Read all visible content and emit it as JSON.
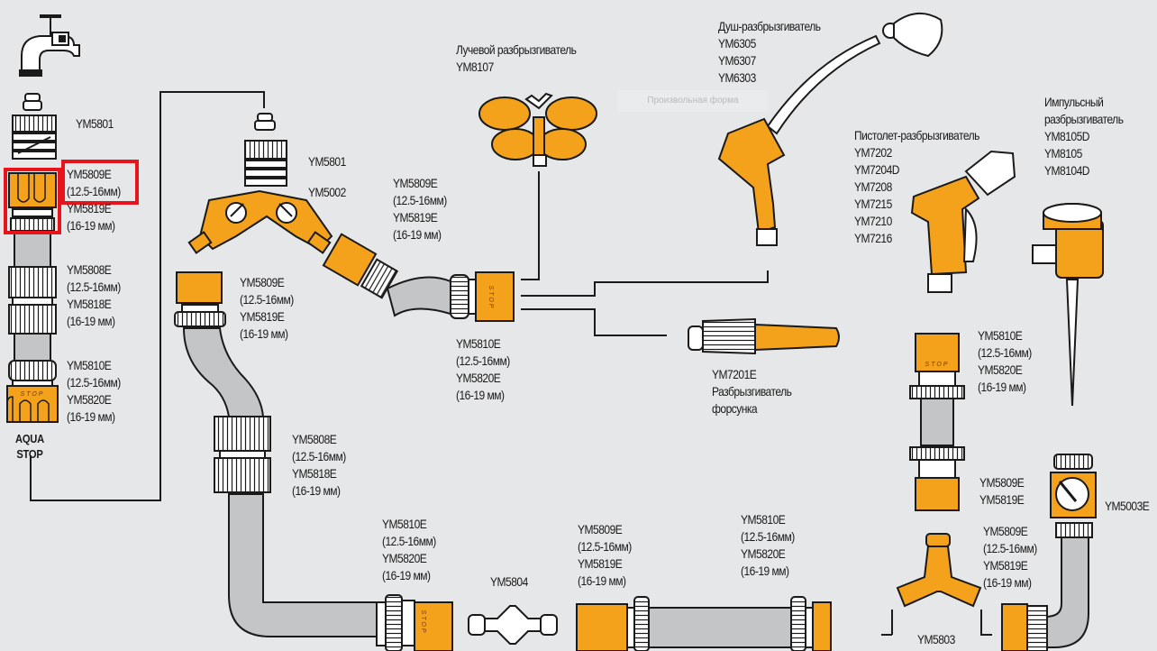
{
  "diagram": {
    "title": "Схема подключения садовых коннекторов",
    "colors": {
      "background": "#e6e7e8",
      "connector_orange": "#f4a21c",
      "hose_gray": "#c4c5c7",
      "outline": "#1a1a1a",
      "highlight_red": "#e8141c"
    },
    "ghost_label": "Произвольная форма",
    "labels": {
      "tap_adapter_1": [
        "YM5801"
      ],
      "left_quick_connector": [
        "YM5809E",
        "(12.5-16мм)",
        "YM5819E",
        "(16-19 мм)"
      ],
      "left_repair_connector": [
        "YM5808E",
        "(12.5-16мм)",
        "YM5818E",
        "(16-19 мм)"
      ],
      "left_aquastop_connector": [
        "YM5810E",
        "(12.5-16мм)",
        "YM5820E",
        "(16-19 мм)"
      ],
      "aquastop": [
        "AQUA",
        "STOP"
      ],
      "tap_adapter_2": [
        "YM5801"
      ],
      "two_way_valve": [
        "YM5002"
      ],
      "valve_quick_connector": [
        "YM5809E",
        "(12.5-16мм)",
        "YM5819E",
        "(16-19 мм)"
      ],
      "mid_quick_connector": [
        "YM5809E",
        "(12.5-16мм)",
        "YM5819E",
        "(16-19 мм)"
      ],
      "mid_aquastop_connector": [
        "YM5810E",
        "(12.5-16мм)",
        "YM5820E",
        "(16-19 мм)"
      ],
      "butterfly_sprinkler": [
        "Лучевой разбрызгиватель",
        "YM8107"
      ],
      "shower_sprinkler": [
        "Душ-разбрызгиватель",
        "YM6305",
        "YM6307",
        "YM6303"
      ],
      "pistol_sprinkler": [
        "Пистолет-разбрызгиватель",
        "YM7202",
        "YM7204D",
        "YM7208",
        "YM7215",
        "YM7210",
        "YM7216"
      ],
      "impulse_sprinkler": [
        "Импульсный",
        "разбрызгиватель",
        "YM8105D",
        "YM8105",
        "YM8104D"
      ],
      "nozzle": [
        "YM7201E",
        "Разбрызгиватель",
        "форсунка"
      ],
      "repair_connector_2": [
        "YM5808E",
        "(12.5-16мм)",
        "YM5818E",
        "(16-19 мм)"
      ],
      "bottom_aquastop_1": [
        "YM5810E",
        "(12.5-16мм)",
        "YM5820E",
        "(16-19 мм)"
      ],
      "double_nipple": [
        "YM5804"
      ],
      "bottom_quick_connector": [
        "YM5809E",
        "(12.5-16мм)",
        "YM5819E",
        "(16-19 мм)"
      ],
      "bottom_aquastop_2": [
        "YM5810E",
        "(12.5-16мм)",
        "YM5820E",
        "(16-19 мм)"
      ],
      "right_aquastop_connector": [
        "YM5810E",
        "(12.5-16мм)",
        "YM5820E",
        "(16-19 мм)"
      ],
      "right_quick_connector_short": [
        "YM5809E",
        "YM5819E"
      ],
      "right_quick_connector": [
        "YM5809E",
        "(12.5-16мм)",
        "YM5819E",
        "(16-19 мм)"
      ],
      "shutoff_valve": [
        "YM5003E"
      ],
      "y_splitter": [
        "YM5803"
      ]
    },
    "highlighted_item": "YM5809E (12.5-16мм)"
  }
}
